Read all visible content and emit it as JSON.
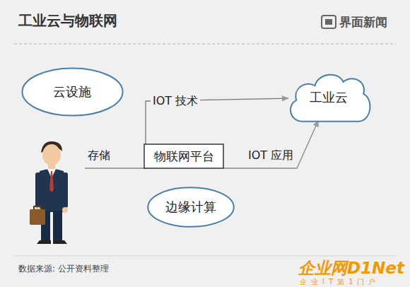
{
  "diagram": {
    "title": "工业云与物联网",
    "caption": "数据来源: 公开资料整理",
    "nodes": [
      {
        "text": [
          "云设施"
        ]
      },
      {
        "text": [
          "工业云"
        ]
      },
      {
        "text": [
          "物联网平台"
        ]
      },
      {
        "text": [
          "边缘计算"
        ]
      }
    ],
    "edges": [
      {
        "from": 2,
        "to": 1,
        "label": "IOT 技术",
        "arrow": "to"
      },
      {
        "from": 2,
        "to": 1,
        "label": "IOT 应用",
        "arrow": "to"
      }
    ],
    "labels": [
      "界面新闻",
      "存储",
      "企业网D1Net",
      "企业IT第1门户"
    ]
  }
}
